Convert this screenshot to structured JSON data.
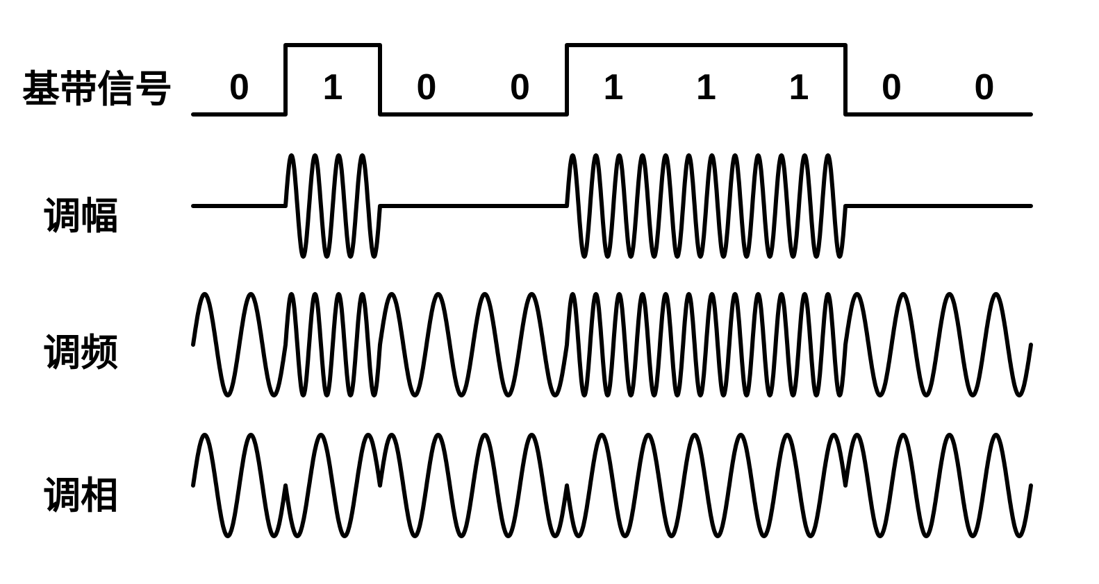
{
  "rows": {
    "baseband": "基带信号",
    "am": "调幅",
    "fm": "调频",
    "pm": "调相"
  },
  "bits": [
    "0",
    "1",
    "0",
    "0",
    "1",
    "1",
    "1",
    "0",
    "0"
  ],
  "modulation": {
    "am_cycles_per_one_bit": 4,
    "fm_cycles_per_zero_bit": 2,
    "fm_cycles_per_one_bit": 4,
    "pm_cycles_per_bit": 2
  }
}
